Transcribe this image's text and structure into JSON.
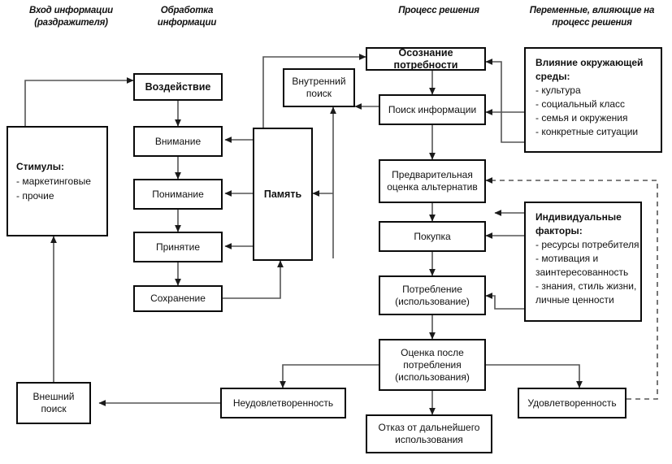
{
  "diagram": {
    "title_columns": [
      {
        "text": "Вход информации\n(раздражителя)"
      },
      {
        "text": "Обработка\nинформации"
      },
      {
        "text": "Процесс решения"
      },
      {
        "text": "Переменные, влияющие на\nпроцесс решения"
      }
    ],
    "headers": {
      "col1_line1": "Вход информации",
      "col1_line2": "(раздражителя)",
      "col2_line1": "Обработка",
      "col2_line2": "информации",
      "col3_line1": "Процесс решения",
      "col4_line1": "Переменные, влияющие на",
      "col4_line2": "процесс решения"
    },
    "boxes": {
      "stimuli": {
        "title": "Стимулы:",
        "item1": "- маркетинговые",
        "item2": "- прочие"
      },
      "exposure": "Воздействие",
      "attention": "Внимание",
      "comprehension": "Понимание",
      "acceptance": "Принятие",
      "retention": "Сохранение",
      "memory": "Память",
      "internal_search_line1": "Внутренний",
      "internal_search_line2": "поиск",
      "external_search_line1": "Внешний",
      "external_search_line2": "поиск",
      "need_recognition": "Осознание потребности",
      "information_search": "Поиск информации",
      "prepurchase_eval_line1": "Предварительная",
      "prepurchase_eval_line2": "оценка альтернатив",
      "purchase": "Покупка",
      "consumption_line1": "Потребление",
      "consumption_line2": "(использование)",
      "postconsumption_line1": "Оценка после",
      "postconsumption_line2": "потребления",
      "postconsumption_line3": "(использования)",
      "divestment_line1": "Отказ от дальнейшего",
      "divestment_line2": "использования",
      "dissatisfaction": "Неудовлетворенность",
      "satisfaction": "Удовлетворенность",
      "environmental": {
        "title_line1": "Влияние окружающей",
        "title_line2": "среды:",
        "item1": "- культура",
        "item2": "- социальный класс",
        "item3": "- семья и окружения",
        "item4": "- конкретные ситуации"
      },
      "individual": {
        "title_line1": "Индивидуальные",
        "title_line2": "факторы:",
        "item1": "- ресурсы потребителя",
        "item2_line1": "- мотивация и",
        "item2_line2": "заинтересованность",
        "item3_line1": "- знания, стиль жизни,",
        "item3_line2": "личные ценности"
      }
    },
    "colors": {
      "background": "#ffffff",
      "border": "#0a0a0a",
      "text": "#111111",
      "edge": "#555555"
    }
  }
}
